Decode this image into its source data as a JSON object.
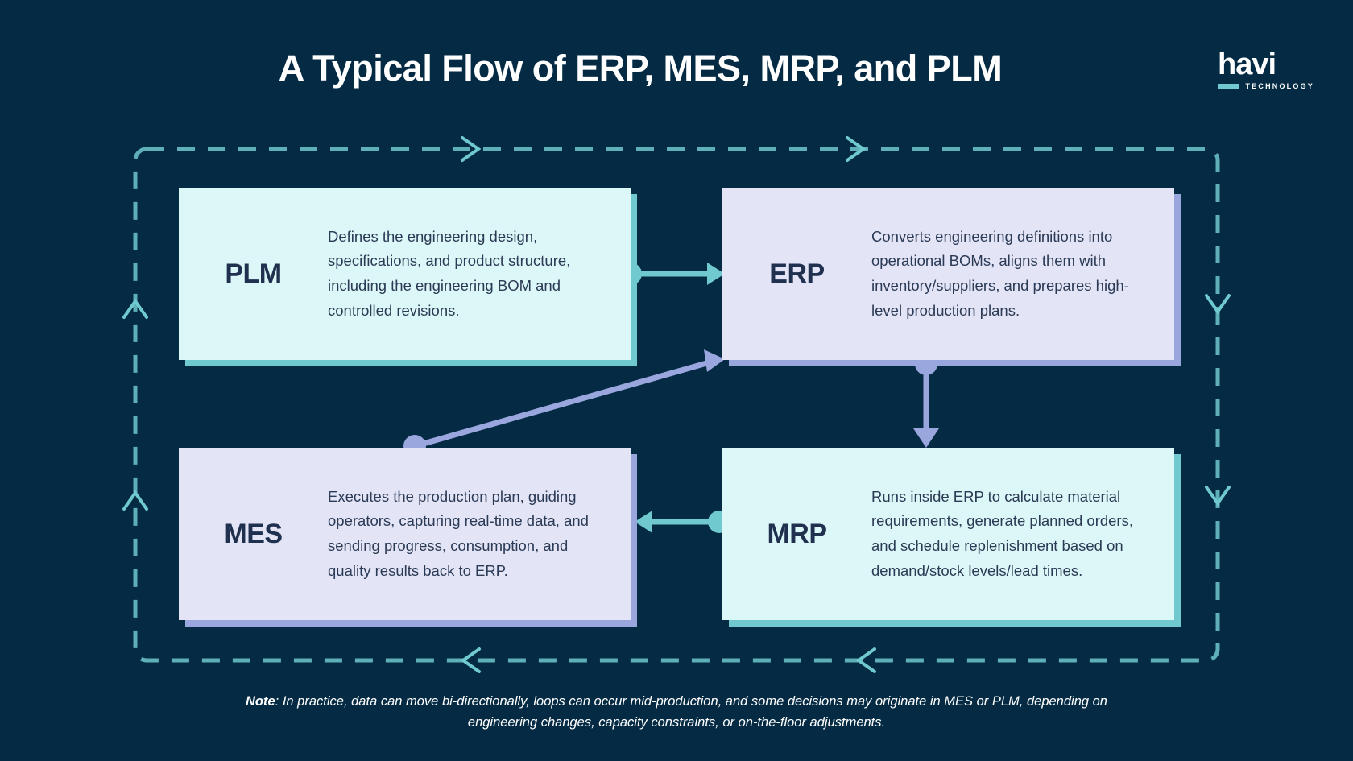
{
  "header": {
    "title": "A Typical Flow of ERP, MES, MRP, and PLM",
    "logo_word": "havi",
    "logo_sub": "TECHNOLOGY"
  },
  "colors": {
    "background": "#052B44",
    "teal_fill": "#DBF7F7",
    "teal_shadow": "#6FC9CE",
    "teal_line": "#6FC9CE",
    "peri_fill": "#E3E5F7",
    "peri_shadow": "#9AA6DE",
    "peri_line": "#9AA6DE",
    "dashed_loop": "#5FAFB8",
    "abbr_text": "#20304F",
    "body_text": "#2B3A55",
    "title_text": "#FFFFFF"
  },
  "nodes": [
    {
      "id": "plm",
      "abbr": "PLM",
      "desc": "Defines the engineering design, specifications, and product structure, including the engineering BOM and controlled revisions.",
      "style": "teal"
    },
    {
      "id": "erp",
      "abbr": "ERP",
      "desc": "Converts engineering definitions into operational BOMs, aligns them with inventory/suppliers, and prepares high-level production plans.",
      "style": "peri"
    },
    {
      "id": "mes",
      "abbr": "MES",
      "desc": "Executes the production plan, guiding operators, capturing real-time data, and sending progress, consumption, and quality results back to ERP.",
      "style": "peri"
    },
    {
      "id": "mrp",
      "abbr": "MRP",
      "desc": "Runs inside ERP to calculate material requirements, generate planned orders, and schedule replenishment based on demand/stock levels/lead times.",
      "style": "teal"
    }
  ],
  "connectors": [
    {
      "id": "plm-to-erp",
      "from": "PLM",
      "to": "ERP",
      "color": "#6FC9CE",
      "direction": "right"
    },
    {
      "id": "erp-to-mrp",
      "from": "ERP",
      "to": "MRP",
      "color": "#9AA6DE",
      "direction": "down"
    },
    {
      "id": "mrp-to-mes",
      "from": "MRP",
      "to": "MES",
      "color": "#6FC9CE",
      "direction": "left"
    },
    {
      "id": "mes-to-erp",
      "from": "MES",
      "to": "ERP",
      "color": "#9AA6DE",
      "direction": "diagonal-up-right"
    }
  ],
  "loop": {
    "id": "feedback-loop",
    "style": "dashed",
    "color": "#5FAFB8",
    "direction": "clockwise"
  },
  "note": {
    "label": "Note",
    "text": ": In practice, data can move bi-directionally, loops can occur mid-production, and some decisions may originate in MES or PLM, depending on engineering changes, capacity constraints, or on-the-floor adjustments."
  }
}
